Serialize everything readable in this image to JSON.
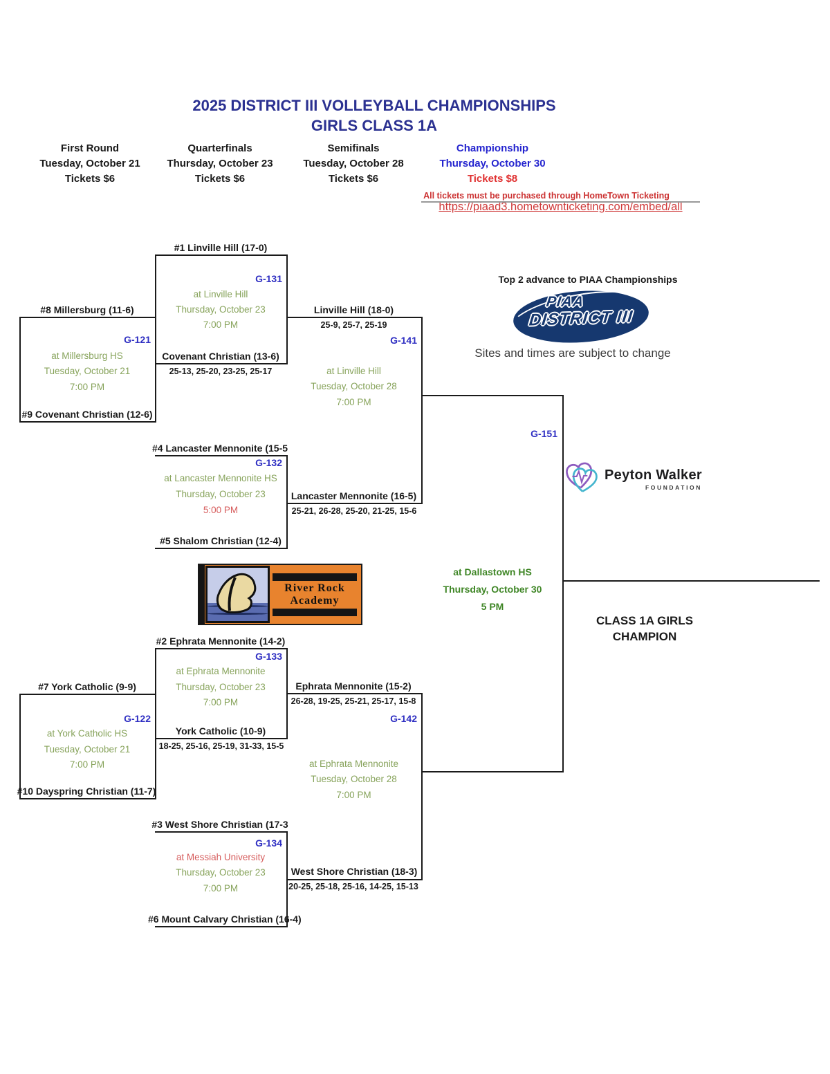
{
  "page": {
    "title_line1": "2025 DISTRICT III VOLLEYBALL CHAMPIONSHIPS",
    "title_line2": "GIRLS CLASS 1A"
  },
  "rounds": [
    {
      "name": "First Round",
      "date": "Tuesday, October 21",
      "tickets": "Tickets $6"
    },
    {
      "name": "Quarterfinals",
      "date": "Thursday, October 23",
      "tickets": "Tickets $6"
    },
    {
      "name": "Semifinals",
      "date": "Tuesday, October 28",
      "tickets": "Tickets $6"
    },
    {
      "name": "Championship",
      "date": "Thursday, October 30",
      "tickets": "Tickets $8"
    }
  ],
  "ticketing": {
    "notice": "All tickets must be purchased through HomeTown Ticketing",
    "url": "https://piaad3.hometownticketing.com/embed/all"
  },
  "notes": {
    "advance": "Top 2 advance to PIAA Championships",
    "subject_to_change": "Sites and times are subject to change"
  },
  "bracket": {
    "g121": {
      "id": "G-121",
      "top_team": "#8 Millersburg (11-6)",
      "bottom_team": "#9 Covenant Christian (12-6)",
      "venue": "at Millersburg HS",
      "date": "Tuesday, October 21",
      "time": "7:00 PM",
      "winner": "Covenant Christian (13-6)",
      "winner_score": "25-13, 25-20, 23-25, 25-17"
    },
    "g122": {
      "id": "G-122",
      "top_team": "#7 York Catholic (9-9)",
      "bottom_team": "#10 Dayspring Christian (11-7)",
      "venue": "at York Catholic HS",
      "date": "Tuesday, October 21",
      "time": "7:00 PM",
      "winner": "York Catholic (10-9)",
      "winner_score": "18-25, 25-16, 25-19, 31-33, 15-5"
    },
    "g131": {
      "id": "G-131",
      "top_team": "#1 Linville Hill (17-0)",
      "venue": "at Linville Hill",
      "date": "Thursday, October 23",
      "time": "7:00 PM",
      "winner": "Linville Hill (18-0)",
      "winner_score": "25-9, 25-7, 25-19"
    },
    "g132": {
      "id": "G-132",
      "top_team": "#4 Lancaster Mennonite (15-5",
      "bottom_team": "#5 Shalom Christian (12-4)",
      "venue": "at Lancaster Mennonite HS",
      "date": "Thursday, October 23",
      "time": "5:00 PM",
      "winner": "Lancaster Mennonite (16-5)",
      "winner_score": "25-21, 26-28, 25-20, 21-25, 15-6"
    },
    "g133": {
      "id": "G-133",
      "top_team": "#2 Ephrata Mennonite (14-2)",
      "venue": "at Ephrata Mennonite",
      "date": "Thursday, October 23",
      "time": "7:00 PM",
      "winner": "Ephrata Mennonite (15-2)",
      "winner_score": "26-28, 19-25, 25-21, 25-17, 15-8"
    },
    "g134": {
      "id": "G-134",
      "top_team": "#3 West Shore Christian (17-3",
      "bottom_team": "#6 Mount Calvary Christian (16-4)",
      "venue": "at Messiah University",
      "date": "Thursday, October 23",
      "time": "7:00 PM",
      "winner": "West Shore Christian (18-3)",
      "winner_score": "20-25, 25-18, 25-16, 14-25, 15-13"
    },
    "g141": {
      "id": "G-141",
      "venue": "at Linville Hill",
      "date": "Tuesday, October 28",
      "time": "7:00 PM"
    },
    "g142": {
      "id": "G-142",
      "venue": "at Ephrata Mennonite",
      "date": "Tuesday, October 28",
      "time": "7:00 PM"
    },
    "g151": {
      "id": "G-151",
      "venue": "at Dallastown HS",
      "date": "Thursday, October 30",
      "time": "5 PM"
    }
  },
  "champion": {
    "label_line1": "CLASS 1A GIRLS",
    "label_line2": "CHAMPION"
  },
  "logos": {
    "piaa": {
      "top": "PIAA",
      "bottom": "DISTRICT III"
    },
    "river_rock": {
      "line1": "River Rock",
      "line2": "Academy"
    },
    "peyton_walker": {
      "name": "Peyton Walker",
      "subtitle": "FOUNDATION"
    }
  },
  "colors": {
    "title_navy": "#2b3191",
    "header_blue": "#2424cf",
    "game_id_blue": "#2e2ec2",
    "info_green": "#87a35b",
    "champ_green": "#3f8626",
    "notice_red": "#cc3333",
    "tickets_red": "#e03030",
    "time_red": "#d65c5c",
    "piaa_navy": "#16386f",
    "river_rock_orange": "#e8832e",
    "peyton_purple": "#8d5bbf",
    "peyton_teal": "#43b5ce"
  }
}
